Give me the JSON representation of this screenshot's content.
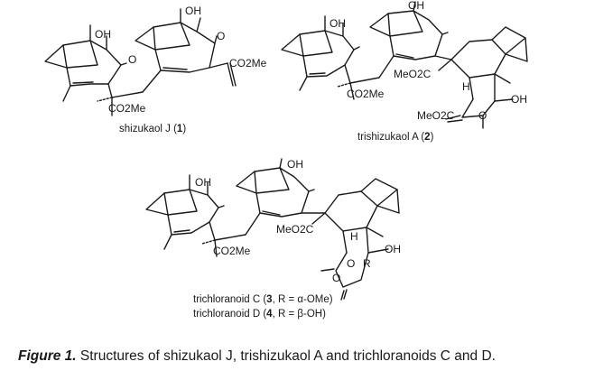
{
  "compounds": [
    {
      "name_pre": "shizukaol J (",
      "number": "1",
      "name_post": ")",
      "atom_labels": {
        "oh": "OH",
        "ester": "CO2Me",
        "methyl_ester": "CO2Me"
      }
    },
    {
      "name_pre": "trishizukaol A (",
      "number": "2",
      "name_post": ")",
      "atom_labels": {
        "oh_top": "OH",
        "meo2c_left": "MeO2C",
        "h": "H",
        "oh_right": "OH",
        "meo2c_bottom": "MeO2C",
        "o_bottom": "O",
        "co2me": "CO2Me"
      }
    },
    {
      "name_pre_1": "trichloranoid  C (",
      "number_1": "3",
      "name_post_1": ", R = α-OMe)",
      "name_pre_2": "trichloranoid  D (",
      "number_2": "4",
      "name_post_2": ", R = β-OH)",
      "atom_labels": {
        "oh_top": "OH",
        "meo2c": "MeO2C",
        "h": "H",
        "oh_right": "OH",
        "r": "R",
        "o_ring": "O",
        "o_carbonyl": "O",
        "co2me": "CO2Me"
      }
    }
  ],
  "caption": {
    "label": "Figure 1.",
    "text": " Structures of shizukaol J, trishizukaol A and trichloranoids C and D."
  }
}
